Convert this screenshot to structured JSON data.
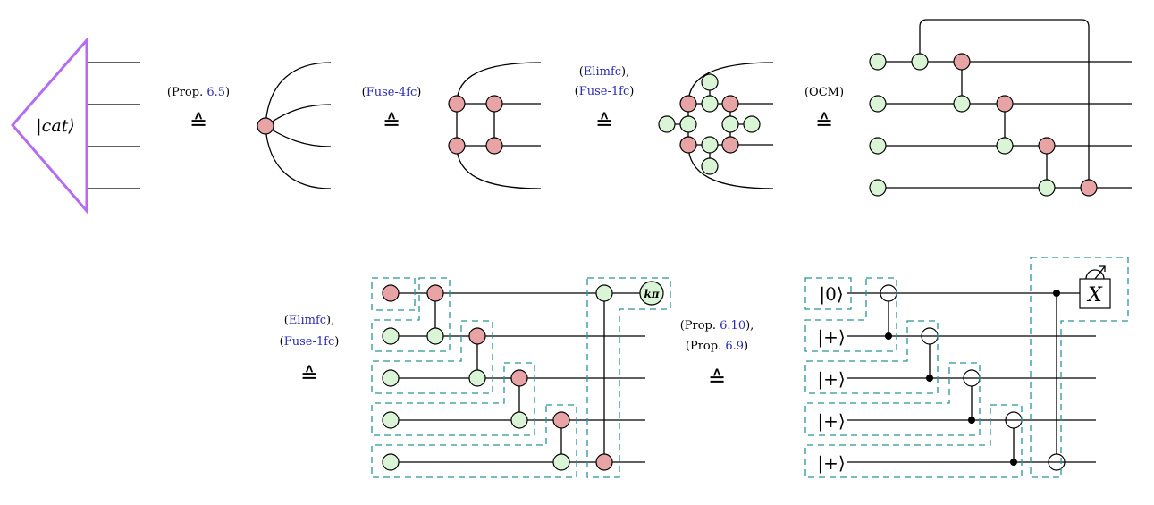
{
  "diagram": {
    "cat_state": {
      "label": "|cat⟩",
      "color": "#b56cf0"
    },
    "node_colors": {
      "red_spider": "#e8a4a4",
      "green_spider": "#d9f5d6",
      "dashed_box": "#2a9494",
      "ref_blue": "#2a2ab5"
    },
    "equals_symbol": "≙",
    "steps": [
      {
        "rule_prefix": "(Prop. ",
        "rule_ref": "6.5",
        "rule_suffix": ")"
      },
      {
        "rule_prefix": "(",
        "rule_ref": "Fuse-4fc",
        "rule_suffix": ")"
      },
      {
        "lines": [
          {
            "prefix": "(",
            "ref": "Elimfc",
            "suffix": "),"
          },
          {
            "prefix": "(",
            "ref": "Fuse-1fc",
            "suffix": ")"
          }
        ]
      },
      {
        "rule_prefix": "(OCM)",
        "rule_ref": "",
        "rule_suffix": ""
      },
      {
        "lines": [
          {
            "prefix": "(",
            "ref": "Elimfc",
            "suffix": "),"
          },
          {
            "prefix": "(",
            "ref": "Fuse-1fc",
            "suffix": ")"
          }
        ]
      },
      {
        "lines": [
          {
            "prefix": "(Prop. ",
            "ref": "6.10",
            "suffix": "),"
          },
          {
            "prefix": "(Prop. ",
            "ref": "6.9",
            "suffix": ")"
          }
        ]
      }
    ],
    "phase_label": "kπ",
    "circuit": {
      "inputs": [
        "|0⟩",
        "|+⟩",
        "|+⟩",
        "|+⟩",
        "|+⟩"
      ],
      "measurement": "X"
    }
  }
}
